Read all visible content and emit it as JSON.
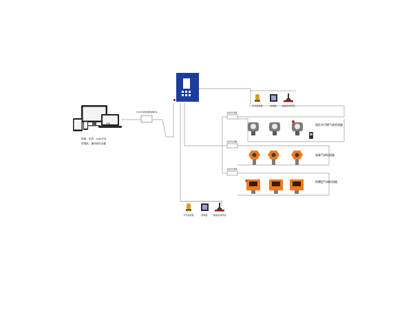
{
  "terminal": {
    "device_label": "终端",
    "caption_line1": "电脑、手机、ipad平台",
    "caption_line2": "终端机、通讯软件设备"
  },
  "converter": {
    "label": "RS485转换器数据模块"
  },
  "bus_labels": [
    "总线分线器",
    "总线分线器",
    "总线分线器"
  ],
  "top_alarms": {
    "labels": [
      "声光报警器",
      "继电器",
      "电磁阀/排风扇"
    ]
  },
  "bottom_alarms": {
    "labels": [
      "声光报警器",
      "继电器",
      "电磁阀/排风扇"
    ]
  },
  "detector_groups": [
    {
      "label": "固定式可燃气体检测器"
    },
    {
      "label": "有毒气体检测器"
    },
    {
      "label": "防爆型气体检测器"
    }
  ],
  "colors": {
    "controller_blue": "#1c3c9e",
    "detector_orange": "#f07a1e",
    "detector_grey": "#7b7b7b",
    "wire": "#9a9a9a"
  }
}
